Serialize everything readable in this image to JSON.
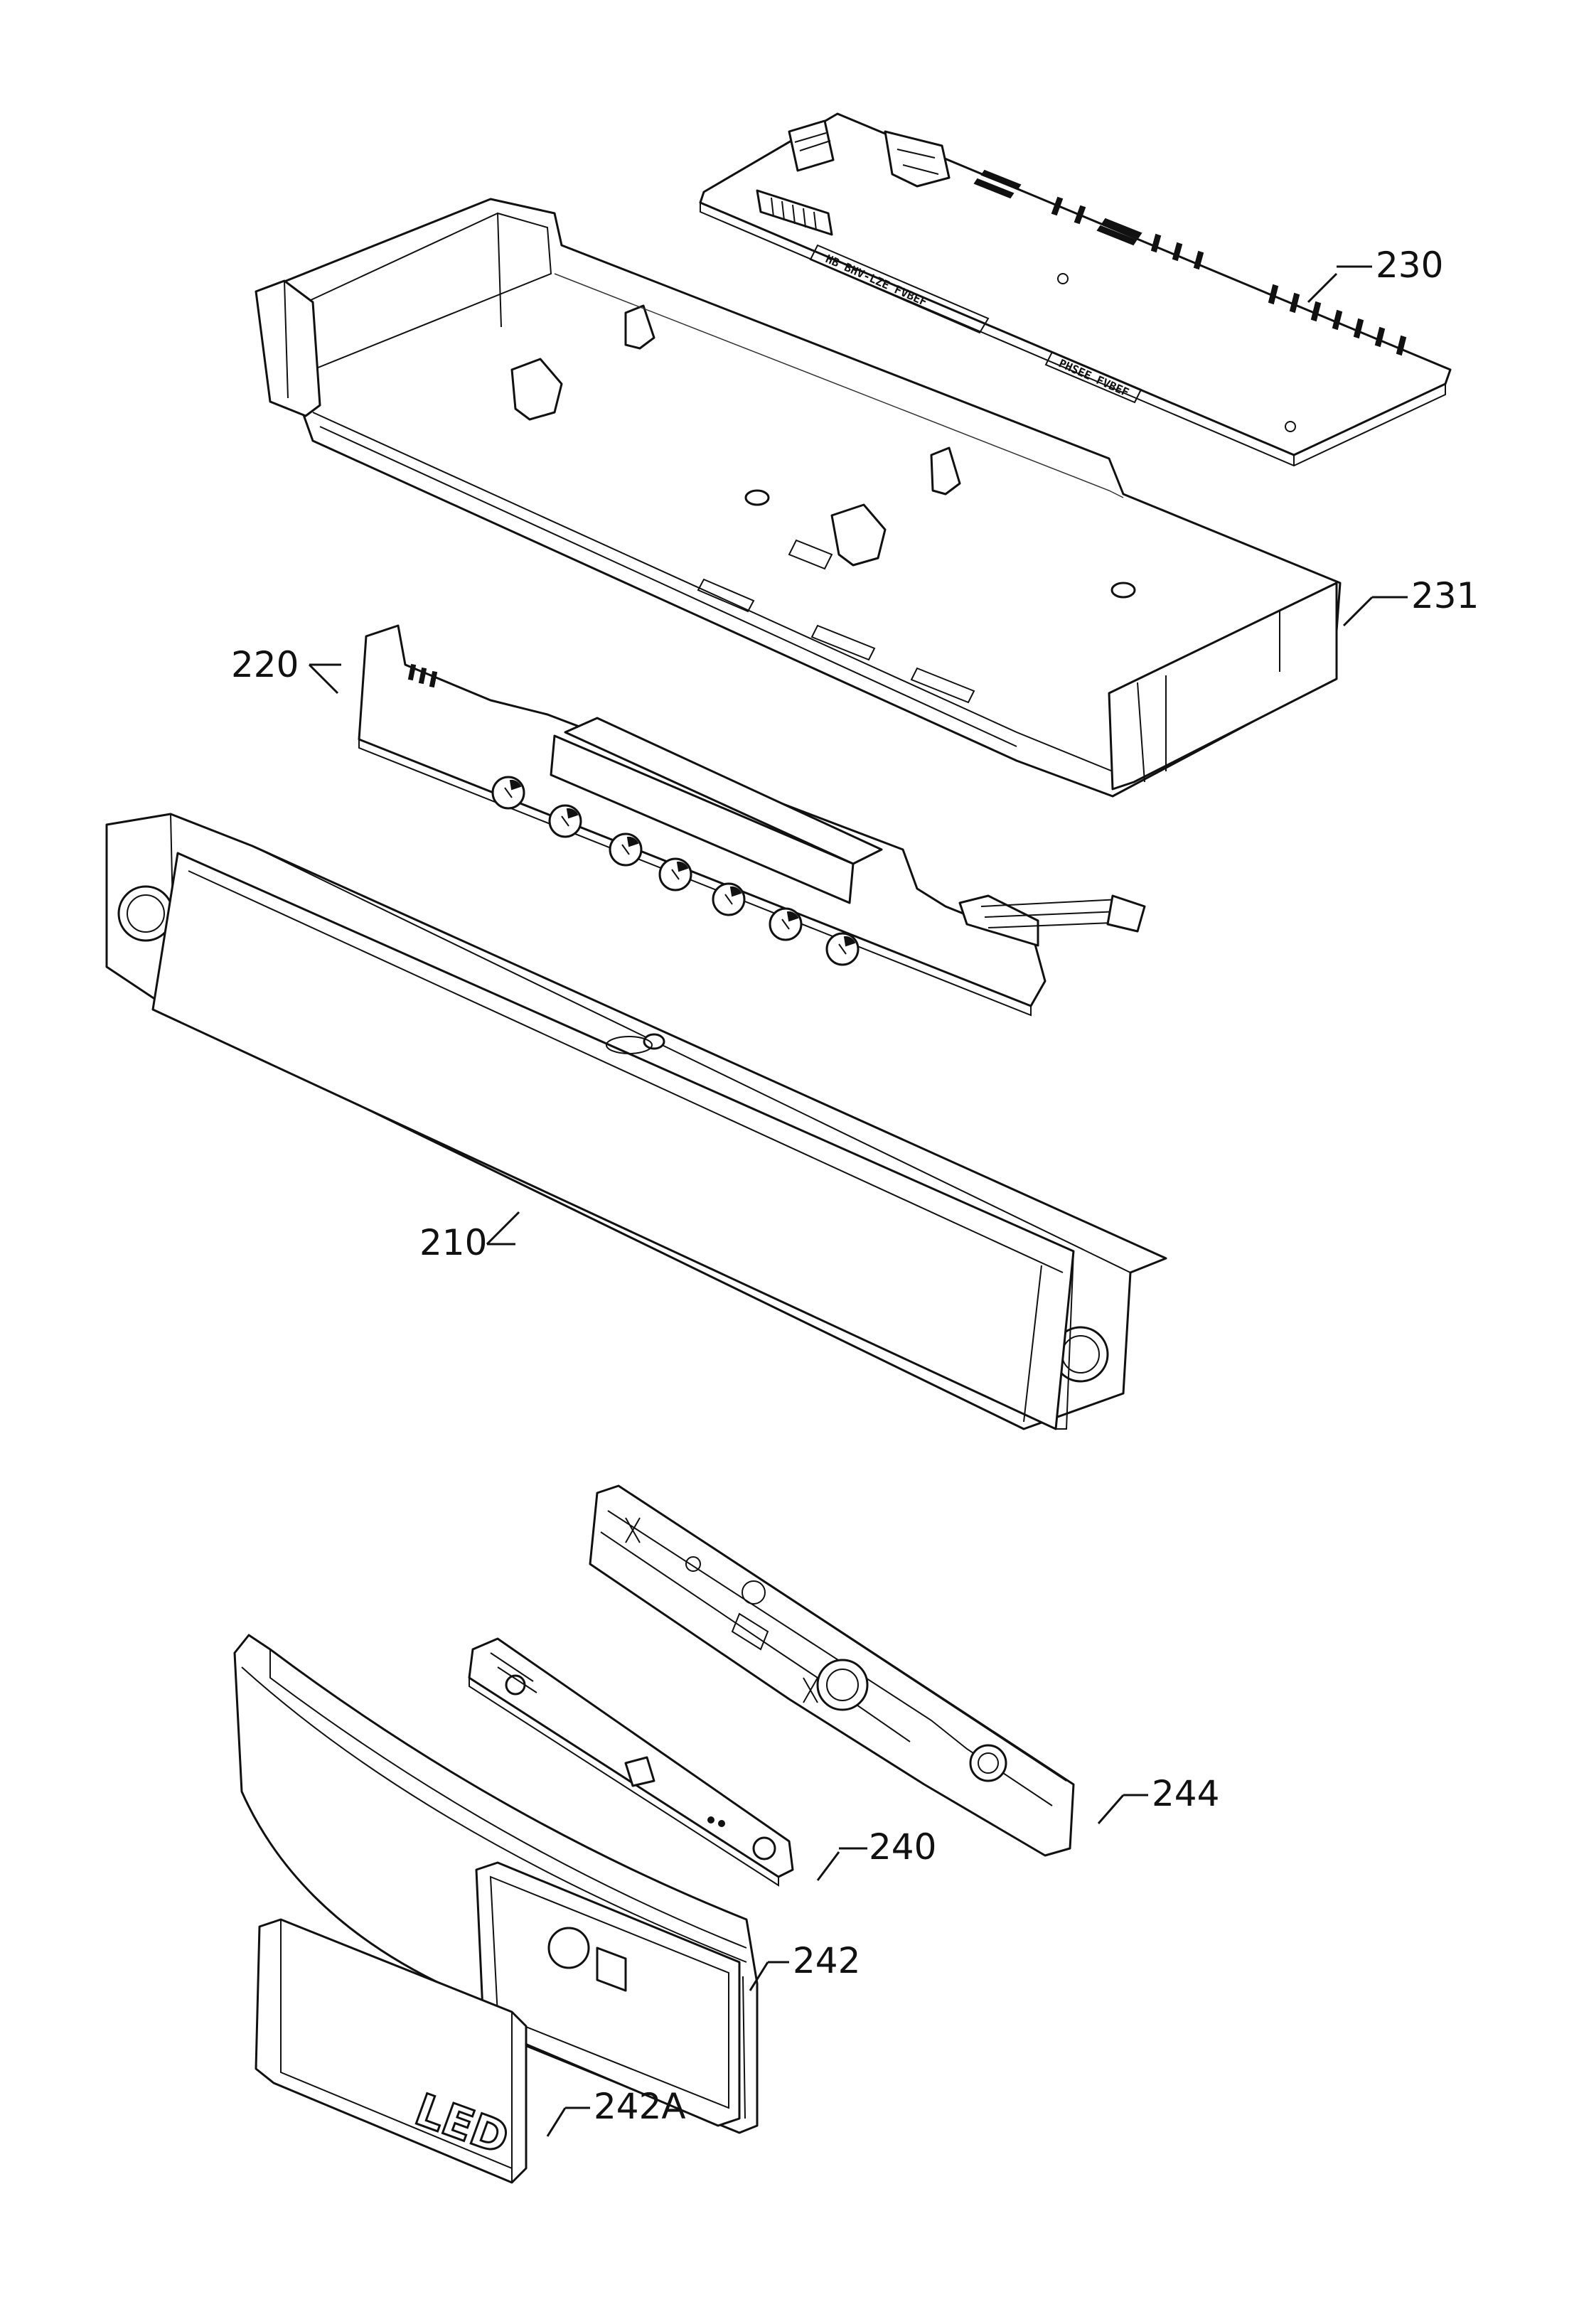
{
  "parts": {
    "pcb_main": {
      "ref": "230",
      "marking_1": "HB BHV-LZE FVBEF",
      "marking_2": "PHSEE FVBEF"
    },
    "housing": {
      "ref": "231"
    },
    "pcb_keys": {
      "ref": "220"
    },
    "front_panel": {
      "ref": "210"
    },
    "led_pcb": {
      "ref": "240"
    },
    "led_frame": {
      "ref": "244"
    },
    "led_cover": {
      "ref": "242"
    },
    "led_lens": {
      "ref": "242A",
      "text": "LED"
    }
  }
}
